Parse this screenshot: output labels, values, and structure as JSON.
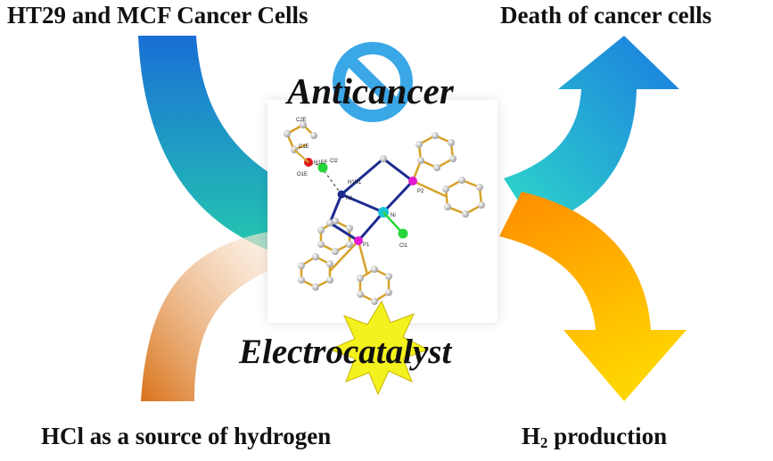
{
  "labels": {
    "top_left": "HT29 and MCF Cancer Cells",
    "top_right": "Death of cancer cells",
    "bottom_left": "HCl  as a source of hydrogen",
    "bottom_right_main": "H",
    "bottom_right_sub": "2",
    "bottom_right_rest": " production",
    "anticancer": "Anticancer",
    "electrocatalyst": "Electrocatalyst"
  },
  "structure_atom_labels": {
    "c2e": "C2E",
    "c1e": "C1E",
    "h1e": "H1EF",
    "o1e": "O1E",
    "cl2": "Cl2",
    "h1n1": "H1N1",
    "n1": "N1",
    "ni1": "Ni",
    "p1": "P1",
    "p2": "P2",
    "cl1": "Cl1"
  },
  "colors": {
    "arrow_tl": [
      "#1a6fd6",
      "#24c7b0"
    ],
    "arrow_tr": [
      "#1a7be0",
      "#2fd9c9"
    ],
    "arrow_bl": [
      "#fbe3cc",
      "#d9731a"
    ],
    "arrow_br": [
      "#ff8c00",
      "#ffd400"
    ],
    "prohibit": "#3aa7e6",
    "star": "#f4f21e",
    "phenyl_bond": "#d6a22a",
    "backbone": "#1d2b8f",
    "phosphorus": "#e51ad0",
    "nickel": "#19c3d6",
    "chlorine": "#27d63a",
    "oxygen": "#e01919",
    "carbon": "#cfcfcf"
  }
}
